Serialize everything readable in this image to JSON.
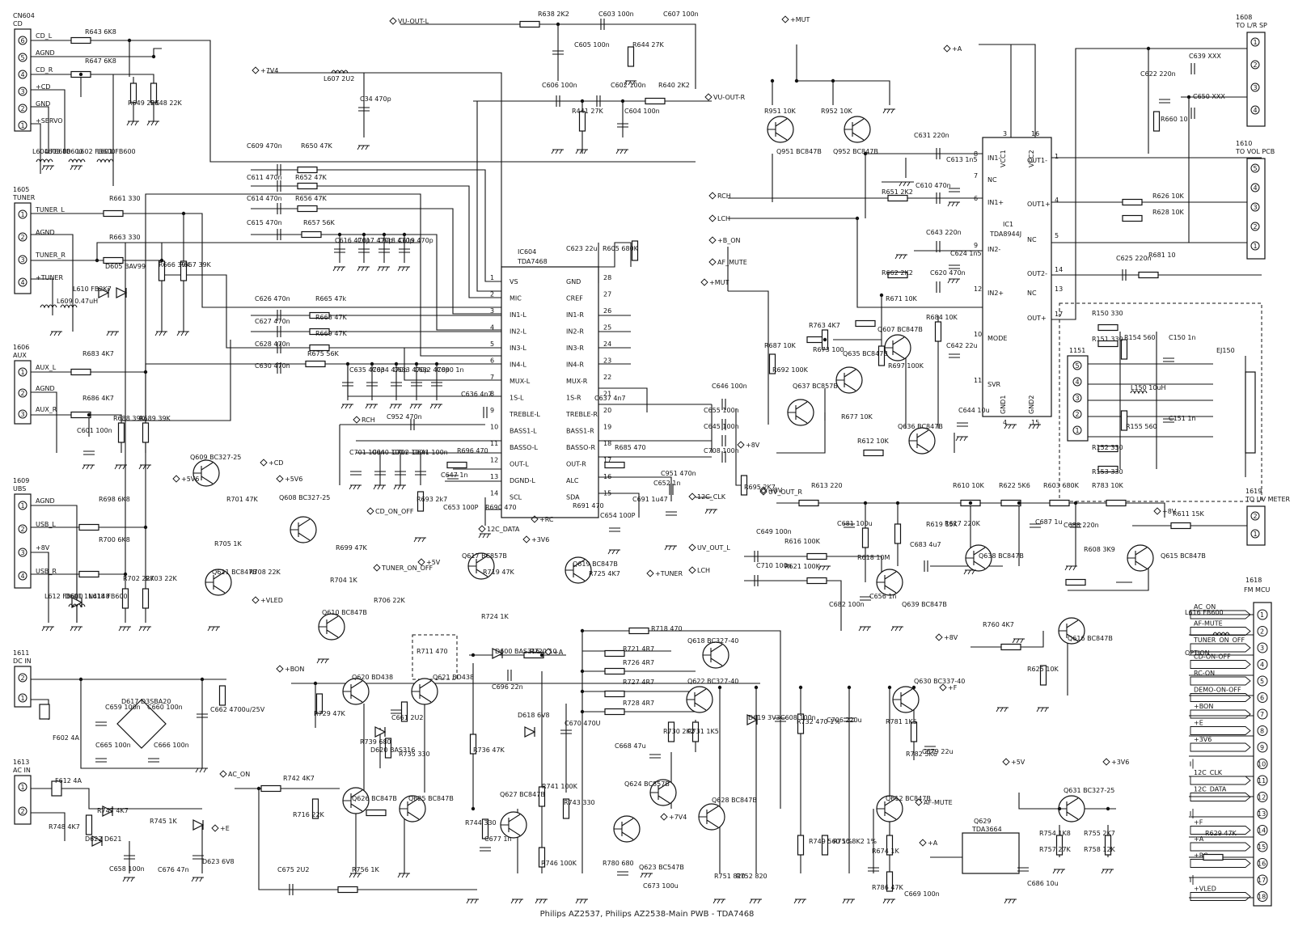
{
  "caption": "Philips AZ2537, Philips AZ2538-Main PWB - TDA7468",
  "connectors": [
    {
      "ref": "CN604",
      "sub": "CD",
      "pins": [
        {
          "num": "6",
          "label": "CD_L"
        },
        {
          "num": "5",
          "label": "AGND"
        },
        {
          "num": "4",
          "label": "CD_R"
        },
        {
          "num": "3",
          "label": "+CD"
        },
        {
          "num": "2",
          "label": "GND"
        },
        {
          "num": "1",
          "label": "+SERVO"
        }
      ]
    },
    {
      "ref": "1605",
      "sub": "TUNER",
      "pins": [
        {
          "num": "1",
          "label": "TUNER_L"
        },
        {
          "num": "2",
          "label": "AGND"
        },
        {
          "num": "3",
          "label": "TUNER_R"
        },
        {
          "num": "4",
          "label": "+TUNER"
        }
      ]
    },
    {
      "ref": "1606",
      "sub": "AUX",
      "pins": [
        {
          "num": "1",
          "label": "AUX_L"
        },
        {
          "num": "2",
          "label": "AGND"
        },
        {
          "num": "3",
          "label": "AUX_R"
        }
      ]
    },
    {
      "ref": "1609",
      "sub": "UBS",
      "pins": [
        {
          "num": "1",
          "label": "AGND"
        },
        {
          "num": "2",
          "label": "USB_L"
        },
        {
          "num": "3",
          "label": "+8V"
        },
        {
          "num": "4",
          "label": "USB_R"
        }
      ]
    },
    {
      "ref": "1611",
      "sub": "DC IN",
      "pins": [
        {
          "num": "2",
          "label": ""
        },
        {
          "num": "1",
          "label": ""
        }
      ]
    },
    {
      "ref": "1613",
      "sub": "AC IN",
      "pins": [
        {
          "num": "1",
          "label": ""
        },
        {
          "num": "2",
          "label": ""
        }
      ]
    }
  ],
  "right_connectors": [
    {
      "ref": "1608",
      "sub": "TO L/R SP",
      "pins": [
        "1",
        "2",
        "3",
        "4"
      ]
    },
    {
      "ref": "1610",
      "sub": "TO VOL PCB",
      "pins": [
        "5",
        "4",
        "3",
        "2",
        "1"
      ]
    },
    {
      "ref": "1619",
      "sub": "TO UV METER",
      "pins": [
        "2",
        "1"
      ]
    },
    {
      "ref": "1151",
      "sub": "",
      "pins": [
        "5",
        "4",
        "3",
        "2",
        "1"
      ]
    }
  ],
  "mcu_header": {
    "ref": "1618",
    "sub": "FM MCU",
    "pins": [
      {
        "num": "1",
        "label": "AC_ON"
      },
      {
        "num": "2",
        "label": "AF-MUTE"
      },
      {
        "num": "3",
        "label": "TUNER_ON_OFF"
      },
      {
        "num": "4",
        "label": "CD-ON-OFF"
      },
      {
        "num": "5",
        "label": "RC-ON"
      },
      {
        "num": "6",
        "label": "DEMO-ON-OFF"
      },
      {
        "num": "7",
        "label": "+BON"
      },
      {
        "num": "8",
        "label": "+E"
      },
      {
        "num": "9",
        "label": "+3V6"
      },
      {
        "num": "10",
        "label": ""
      },
      {
        "num": "11",
        "label": "12C_CLK"
      },
      {
        "num": "12",
        "label": "12C_DATA"
      },
      {
        "num": "13",
        "label": ""
      },
      {
        "num": "14",
        "label": "+F"
      },
      {
        "num": "15",
        "label": "+A"
      },
      {
        "num": "16",
        "label": "+RC"
      },
      {
        "num": "17",
        "label": ""
      },
      {
        "num": "18",
        "label": "+VLED"
      }
    ]
  },
  "ic604": {
    "ref": "IC604",
    "part": "TDA7468",
    "left_pins": [
      {
        "num": "1",
        "name": "VS"
      },
      {
        "num": "2",
        "name": "MIC"
      },
      {
        "num": "3",
        "name": "IN1-L"
      },
      {
        "num": "4",
        "name": "IN2-L"
      },
      {
        "num": "5",
        "name": "IN3-L"
      },
      {
        "num": "6",
        "name": "IN4-L"
      },
      {
        "num": "7",
        "name": "MUX-L"
      },
      {
        "num": "8",
        "name": "1S-L"
      },
      {
        "num": "9",
        "name": "TREBLE-L"
      },
      {
        "num": "10",
        "name": "BASS1-L"
      },
      {
        "num": "11",
        "name": "BASSO-L"
      },
      {
        "num": "12",
        "name": "OUT-L"
      },
      {
        "num": "13",
        "name": "DGND-L"
      },
      {
        "num": "14",
        "name": "SCL"
      }
    ],
    "right_pins": [
      {
        "num": "28",
        "name": "GND"
      },
      {
        "num": "27",
        "name": "CREF"
      },
      {
        "num": "26",
        "name": "IN1-R"
      },
      {
        "num": "25",
        "name": "IN2-R"
      },
      {
        "num": "24",
        "name": "IN3-R"
      },
      {
        "num": "23",
        "name": "IN4-R"
      },
      {
        "num": "22",
        "name": "MUX-R"
      },
      {
        "num": "21",
        "name": "1S-R"
      },
      {
        "num": "20",
        "name": "TREBLE-R"
      },
      {
        "num": "19",
        "name": "BASS1-R"
      },
      {
        "num": "18",
        "name": "BASSO-R"
      },
      {
        "num": "17",
        "name": "OUT-R"
      },
      {
        "num": "16",
        "name": "ALC"
      },
      {
        "num": "15",
        "name": "SDA"
      }
    ]
  },
  "ic1": {
    "ref": "IC1",
    "part": "TDA8944J",
    "left_pins": [
      {
        "num": "8",
        "name": "IN1-"
      },
      {
        "num": "7",
        "name": "NC"
      },
      {
        "num": "6",
        "name": "IN1+"
      },
      {
        "num": "9",
        "name": "IN2-"
      },
      {
        "num": "12",
        "name": "IN2+"
      },
      {
        "num": "10",
        "name": "MODE"
      },
      {
        "num": "11",
        "name": "SVR"
      }
    ],
    "top_pins": [
      {
        "num": "3",
        "name": "VCC1"
      },
      {
        "num": "16",
        "name": "VCC2"
      }
    ],
    "bottom_pins": [
      {
        "num": "4",
        "name": "GND1"
      },
      {
        "num": "15",
        "name": "GND2"
      }
    ],
    "right_pins": [
      {
        "num": "1",
        "name": "OUT1-"
      },
      {
        "num": "4",
        "name": "OUT1+"
      },
      {
        "num": "5",
        "name": "NC"
      },
      {
        "num": "14",
        "name": "OUT2-"
      },
      {
        "num": "13",
        "name": "NC"
      },
      {
        "num": "17",
        "name": "OUT+"
      }
    ]
  },
  "ic_q629": {
    "ref": "Q629",
    "part": "TDA3664"
  },
  "net_labels": [
    "VU-OUT-L",
    "VU-OUT-R",
    "+7V4",
    "+MUT",
    "+A",
    "RCH",
    "LCH",
    "+B_ON",
    "AF_MUTE",
    "+MUT",
    "+8V",
    "UV_OUT_R",
    "UV_OUT_L",
    "LCH",
    "RCH",
    "12C_CLK",
    "12C_DATA",
    "+RC",
    "+5V",
    "+3V6",
    "+TUNER",
    "+5V6",
    "+CD",
    "+5V6",
    "CD_ON_OFF",
    "TUNER_ON_OFF",
    "+VLED",
    "+A",
    "+BON",
    "AC_ON",
    "+E",
    "+F",
    "+7V4",
    "AF-MUTE",
    "+8V",
    "+A",
    "+5V",
    "+3V6",
    "+8V",
    "+8V"
  ],
  "component_labels": [
    "R643 6K8",
    "R647 6K8",
    "R649 22K",
    "R648 22K",
    "L603 FB600",
    "L602 FB600",
    "L601 FB600",
    "L604 FB600",
    "R661 330",
    "R663 330",
    "D605 BAV99",
    "R666 39K",
    "R667 39K",
    "L610 FB2K7",
    "L609 0.47uH",
    "R683 4K7",
    "R686 4K7",
    "C601 100n",
    "R688 39K",
    "R689 39K",
    "R698 6K8",
    "R700 6K8",
    "R702 22K",
    "R703 22K",
    "L612 FB600",
    "L618 FB600",
    "D601 1N4148",
    "C609 470n",
    "R650 47K",
    "C611 470n",
    "R652 47K",
    "C614 470n",
    "R656 47K",
    "C615 470n",
    "R657 56K",
    "C616 470p",
    "C617 470p",
    "C618 470p",
    "C619 470p",
    "C626 470n",
    "R665 47k",
    "C627 470n",
    "R668 47K",
    "C628 470n",
    "R669 47K",
    "C630 470n",
    "R675 56K",
    "C635 470p",
    "C634 470p",
    "C633 470p",
    "C632 470p",
    "C690 1n",
    "C636 4n7",
    "L607 2U2",
    "C34 470p",
    "R638 2K2",
    "C603 100n",
    "C607 100n",
    "C605 100n",
    "R644 27K",
    "C606 100n",
    "C602 100n",
    "R441 27K",
    "C604 100n",
    "R640 2K2",
    "C623 22u",
    "R605 680K",
    "C637 4n7",
    "C952 470n",
    "C701 100n",
    "C640 100n",
    "C702 100n",
    "C641 100n",
    "R696 470",
    "C647 1n",
    "C653 100P",
    "R693 2k7",
    "R690 470",
    "R691 470",
    "C654 100P",
    "C691 1u47",
    "R685 470",
    "C652 1n",
    "C646 100n",
    "C655 100n",
    "C645 100n",
    "C708 100n",
    "C951 470n",
    "R695 2K7",
    "R951 10K",
    "R952 10K",
    "Q951 BC847B",
    "Q952 BC847B",
    "C631 220n",
    "C613 1n5",
    "R651 2K2",
    "C610 470n",
    "C643 220n",
    "C624 1n5",
    "R662 2K2",
    "C620 470n",
    "R671 10K",
    "R684 10K",
    "C642 22u",
    "C644 10u",
    "C639 XXX",
    "C622 220n",
    "R660 10",
    "C650 XXX",
    "R626 10K",
    "R628 10K",
    "C625 220n",
    "R681 10",
    "R687 10K",
    "R692 100K",
    "R763 4K7",
    "R673 100",
    "Q637 BC857B",
    "Q635 BC847B",
    "Q607 BC847B",
    "R697 100K",
    "R677 10K",
    "R612 10K",
    "Q636 BC847B",
    "R150 330",
    "R151 330",
    "R154 560",
    "C150 1n",
    "L150 10uH",
    "R155 560",
    "C151 1n",
    "R152 330",
    "R153 330",
    "EJ150",
    "R613 220",
    "C681 100u",
    "R610 10K",
    "R622 5K6",
    "R603 680K",
    "C687 1u",
    "C688 220n",
    "R783 10K",
    "R619 15K",
    "R617 220K",
    "C683 4u7",
    "R618 10M",
    "Q638 BC847B",
    "R611 15K",
    "Q615 BC847B",
    "R608 3K9",
    "C649 100n",
    "R616 100K",
    "C710 100n",
    "R621 100K",
    "C682 100n",
    "C656 1n",
    "Q639 BC847B",
    "R760 4K7",
    "R625 10K",
    "Q616 BC847B",
    "Q609 BC327-25",
    "R701 47K",
    "R705 1K",
    "Q611 BC847B",
    "R708 22K",
    "Q608 BC327-25",
    "R699 47K",
    "R704 1K",
    "Q610 BC847B",
    "R706 22K",
    "Q617 BC857B",
    "R719 47K",
    "R724 1K",
    "Q619 BC847B",
    "R725 4K7",
    "D617 D3SBA20",
    "C659 100n",
    "C660 100n",
    "C665 100n",
    "C666 100n",
    "C662 4700u/25V",
    "F602 4A",
    "F612 4A",
    "R747 4K7",
    "R748 4K7",
    "R745 1K",
    "D622 D621",
    "C658 100n",
    "C676 47n",
    "D623 6V8",
    "Q620 BD438",
    "R729 47K",
    "R739 680",
    "D620 BAS316",
    "C661 2U2",
    "R735 330",
    "Q621 BD438",
    "R711 470",
    "D600 BAS316",
    "R720 10",
    "C696 22n",
    "R736 47K",
    "R742 4K7",
    "R716 22K",
    "Q626 BC847B",
    "Q625 BC847B",
    "C675 2U2",
    "R756 1K",
    "D618 6V8",
    "C670 470U",
    "R741 100K",
    "R743 330",
    "R746 100K",
    "R744 330",
    "C677 1n",
    "Q627 BC847B",
    "R718 470",
    "R721 4R7",
    "R726 4R7",
    "R727 4R7",
    "R728 4R7",
    "Q618 BC327-40",
    "Q622 BC327-40",
    "C668 47u",
    "R730 2K2",
    "R731 1K5",
    "Q624 BC857B",
    "Q628 BC847B",
    "R780 680",
    "Q623 BC547B",
    "C673 100u",
    "R751 820",
    "R752 820",
    "D619 3V3",
    "C608 100n",
    "R732 470 1%",
    "C706 220u",
    "R749 560 1%",
    "R750 8K2 1%",
    "Q630 BC337-40",
    "R781 1K5",
    "R782 5K6",
    "C679 22u",
    "Q612 BC847B",
    "R674 1K",
    "R786 47K",
    "C669 100n",
    "C686 10u",
    "Q631 BC327-25",
    "R754 1K8",
    "R755 2K7",
    "R757 27K",
    "R758 12K",
    "R629 47K",
    "L616 FB600",
    "OPTION"
  ],
  "colors": {
    "ink": "#111111",
    "paper": "#ffffff"
  }
}
